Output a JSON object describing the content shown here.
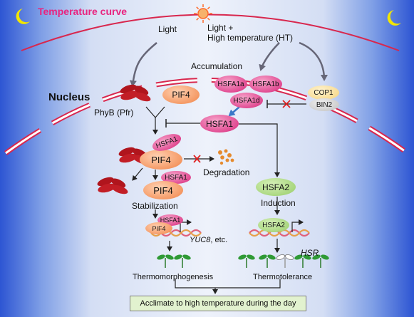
{
  "title": "Temperature curve",
  "inputs": {
    "light": "Light",
    "light_ht_line1": "Light +",
    "light_ht_line2": "High temperature (HT)"
  },
  "nucleus": "Nucleus",
  "phyb": "PhyB (Pfr)",
  "accumulation": "Accumulation",
  "proteins": {
    "pif4": "PIF4",
    "hsfa1": "HSFA1",
    "hsfa1a": "HSFA1a",
    "hsfa1b": "HSFA1b",
    "hsfa1d": "HSFA1d",
    "hsfa2": "HSFA2",
    "cop1": "COP1",
    "bin2": "BIN2"
  },
  "degradation": "Degradation",
  "stabilization": "Stabilization",
  "induction": "Induction",
  "yuc8_gene": "YUC8",
  "yuc8_suffix": ", etc.",
  "hsr": "HSR",
  "thermomorphogenesis": "Thermomorphogenesis",
  "thermotolerance": "Thermotolerance",
  "conclusion": "Acclimate to high temperature during the day",
  "colors": {
    "title": "#e8247f",
    "magenta": "#e14b92",
    "orange": "#f59a66",
    "green": "#a6d57b",
    "phyb": "#b0151d",
    "curve": "#d8274e"
  },
  "icons": [
    "moon-icon",
    "sun-icon",
    "phyb-dimer-icon",
    "degradation-fragments-icon",
    "seedling-icon",
    "dna-helix-icon"
  ]
}
